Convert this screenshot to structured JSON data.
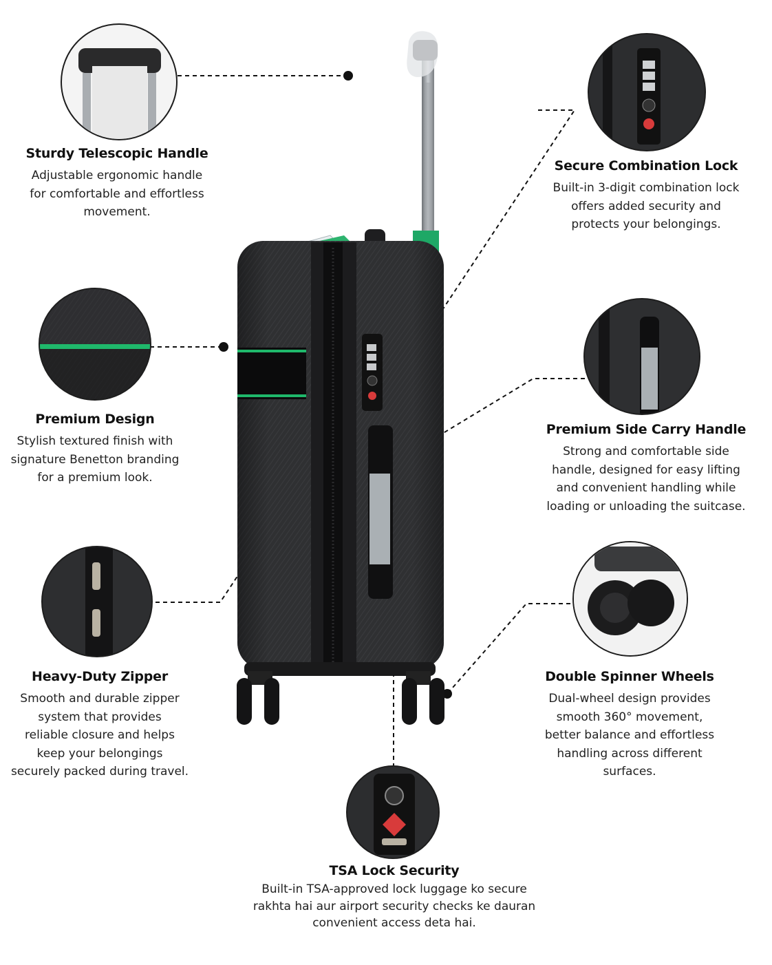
{
  "features": {
    "handle": {
      "title": "Sturdy Telescopic Handle",
      "desc": [
        "Adjustable ergonomic handle",
        "for comfortable and effortless",
        "movement."
      ]
    },
    "lock": {
      "title": "Secure Combination Lock",
      "desc": [
        "Built-in 3-digit combination lock",
        "offers added security and",
        "protects your belongings."
      ]
    },
    "design": {
      "title": "Premium Design",
      "desc": [
        "Stylish textured finish with",
        "signature Benetton branding",
        "for a premium look."
      ]
    },
    "side": {
      "title": "Premium Side Carry Handle",
      "desc": [
        "Strong and comfortable side",
        "handle, designed for easy lifting",
        "and convenient handling while",
        "loading or unloading the suitcase."
      ]
    },
    "zipper": {
      "title": "Heavy-Duty Zipper",
      "desc": [
        "Smooth and durable zipper",
        "system that provides",
        "reliable closure and helps",
        "keep your belongings",
        "securely packed during travel."
      ]
    },
    "wheels": {
      "title": "Double Spinner Wheels",
      "desc": [
        "Dual-wheel design provides",
        "smooth 360° movement,",
        "better balance and effortless",
        "handling across different",
        "surfaces."
      ]
    },
    "tsa": {
      "title": "TSA Lock Security",
      "desc": [
        "Built-in TSA-approved lock luggage ko secure",
        "rakhta hai aur airport security checks ke dauran",
        "convenient access deta hai."
      ]
    }
  },
  "colors": {
    "shell": "#2e2f31",
    "shell_dark": "#1c1c1e",
    "accent_green": "#1fb86b",
    "leader": "#111111"
  }
}
